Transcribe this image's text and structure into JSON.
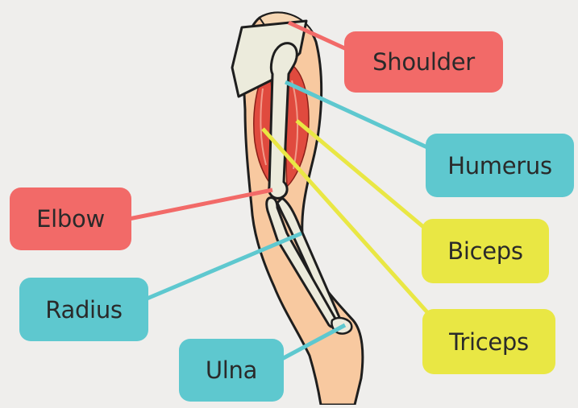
{
  "colors": {
    "background": "#efeeec",
    "red": "#f26a68",
    "teal": "#5ec8cf",
    "yellow": "#e9e744",
    "skin": "#f8c9a0",
    "muscle": "#e04a3e",
    "bone": "#ecebdc",
    "outline": "#1e1e1e"
  },
  "labels": {
    "shoulder": {
      "text": "Shoulder",
      "color": "#f26a68"
    },
    "humerus": {
      "text": "Humerus",
      "color": "#5ec8cf"
    },
    "elbow": {
      "text": "Elbow",
      "color": "#f26a68"
    },
    "biceps": {
      "text": "Biceps",
      "color": "#e9e744"
    },
    "radius": {
      "text": "Radius",
      "color": "#5ec8cf"
    },
    "triceps": {
      "text": "Triceps",
      "color": "#e9e744"
    },
    "ulna": {
      "text": "Ulna",
      "color": "#5ec8cf"
    }
  }
}
